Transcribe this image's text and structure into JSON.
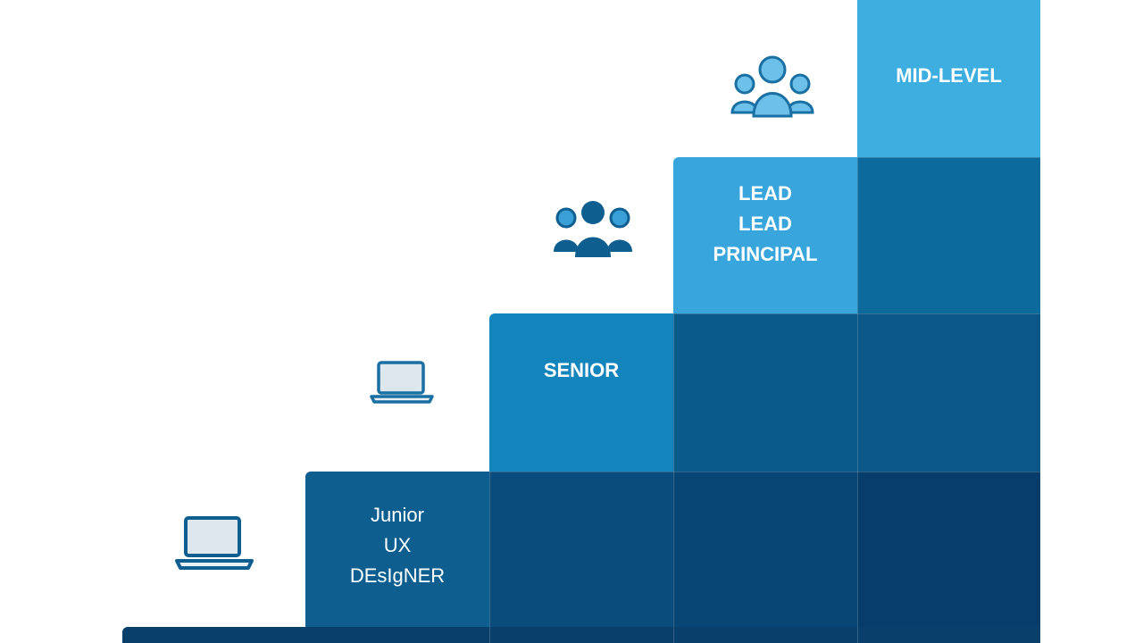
{
  "steps": [
    {
      "label": "Junior\nUX\nDEsIgNER"
    },
    {
      "label": "SENIOR"
    },
    {
      "label": "LEAD\nLEAD\nPRINCIPAL"
    },
    {
      "label": "MID-LEVEL"
    }
  ],
  "icons": [
    "laptop-icon",
    "laptop-icon",
    "team-icon",
    "team-icon"
  ],
  "colors": {
    "step_top": [
      "#0e5f8f",
      "#1a88c0",
      "#3aa7dc",
      "#46b3e3"
    ],
    "body": [
      "#073e6c",
      "#0a4d7d",
      "#0b5a8b",
      "#0d6a9d"
    ],
    "icon_dark": "#0e5f8f",
    "icon_light": "#3a9fd6"
  }
}
